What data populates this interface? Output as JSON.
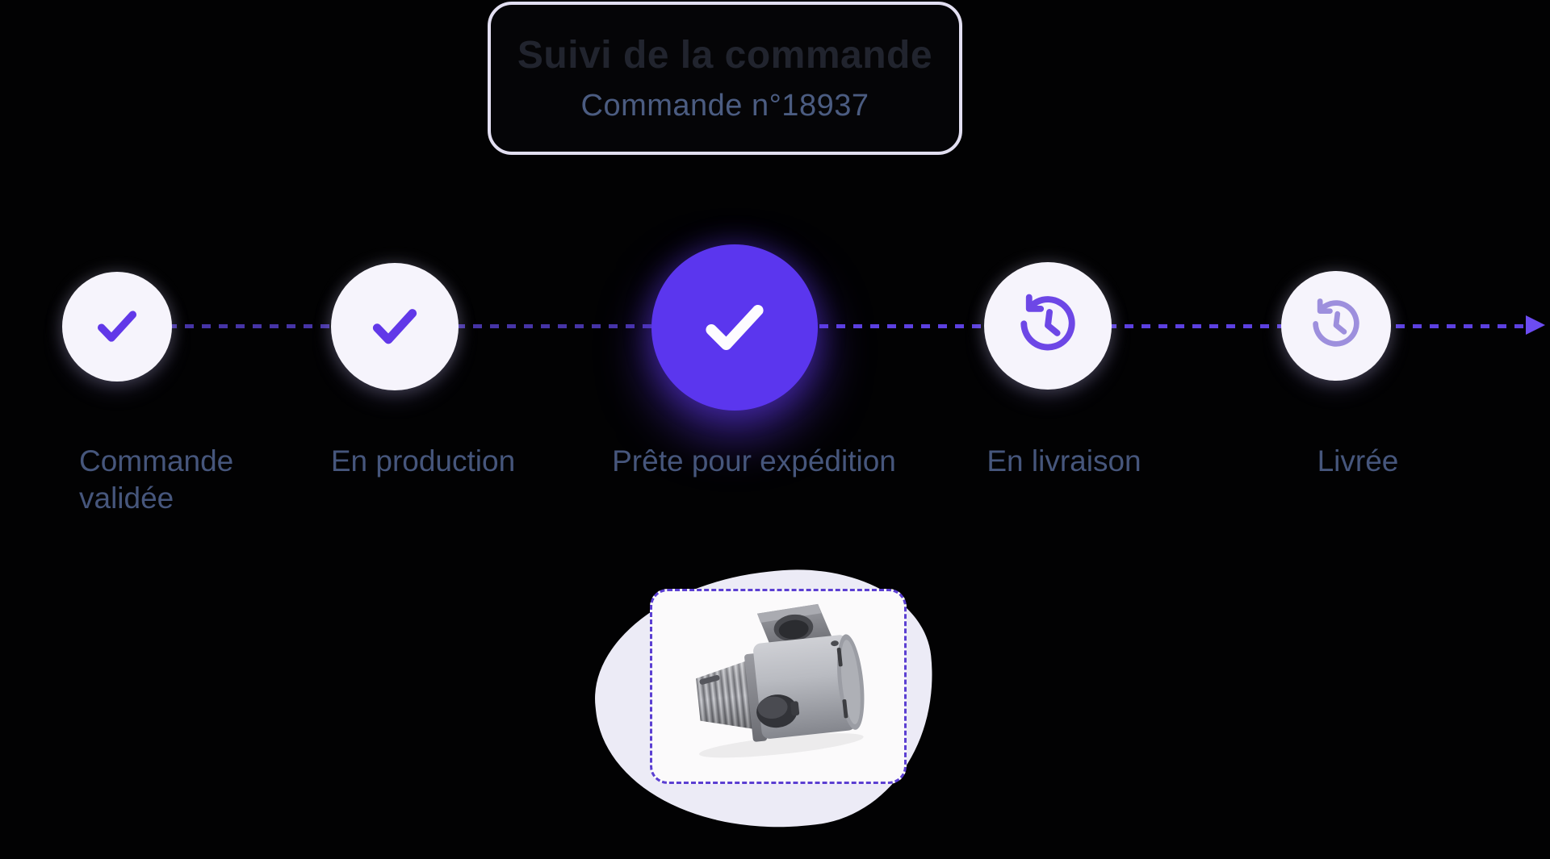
{
  "header": {
    "title": "Suivi de la commande",
    "order_number": "Commande n°18937"
  },
  "stepper": {
    "active_step_index": 2,
    "steps": [
      {
        "label": "Commande validée",
        "state": "done",
        "icon": "check-icon"
      },
      {
        "label": "En production",
        "state": "done",
        "icon": "check-icon"
      },
      {
        "label": "Prête pour expédition",
        "state": "active",
        "icon": "check-icon"
      },
      {
        "label": "En livraison",
        "state": "pending",
        "icon": "history-clock-icon"
      },
      {
        "label": "Livrée",
        "state": "pending",
        "icon": "history-clock-icon"
      }
    ]
  },
  "product": {
    "image_alt": "Photo de la pièce usinée (raccord métallique CNC)"
  },
  "colors": {
    "background": "#020203",
    "accent_purple": "#5b36ee",
    "check_purple": "#6138e8",
    "history_purple": "#6d47e6",
    "history_purple_light": "#9d8fdd",
    "track_left": "#4634a6",
    "track_right": "#5c40e0",
    "arrow": "#6c4cf2",
    "circle_light_bg": "#f6f4fc",
    "card_border": "#e2dff1",
    "title_text": "#21242e",
    "subtitle_text": "#4b5c81",
    "label_text": "#46567c",
    "photo_dashed_border": "#5b3fd2",
    "blob_bg": "#ecebf6"
  }
}
